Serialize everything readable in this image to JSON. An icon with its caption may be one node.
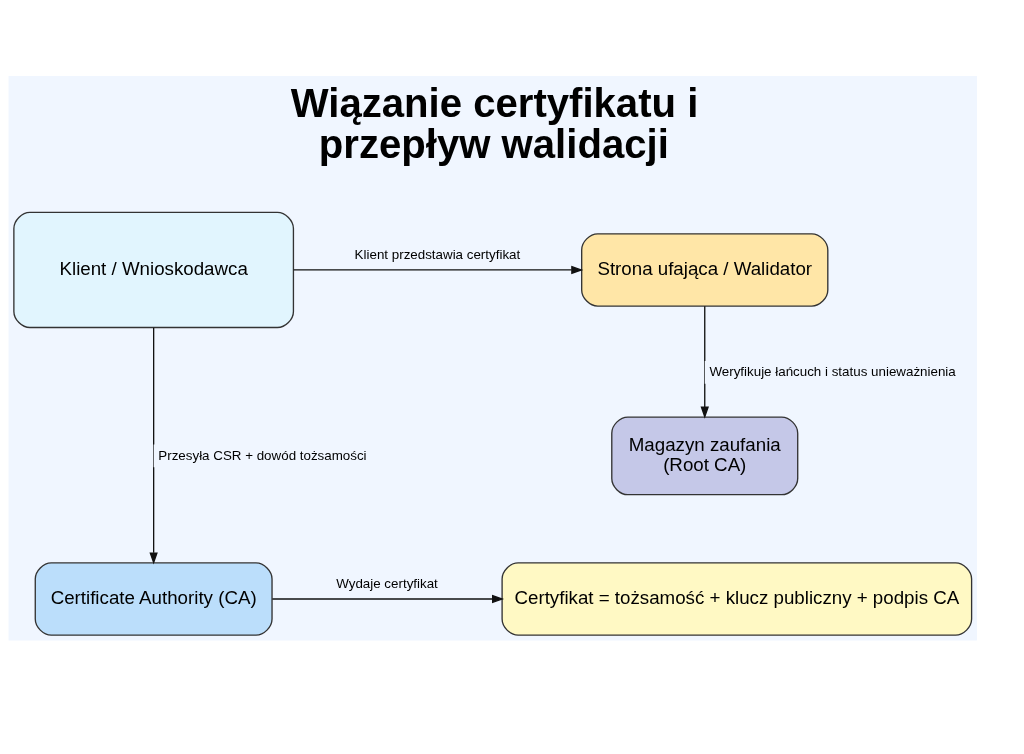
{
  "diagram": {
    "title": "Wiązanie certyfikatu i przepływ walidacji",
    "nodes": [
      {
        "text": [
          "Klient / Wnioskodawca"
        ]
      },
      {
        "text": [
          "Strona ufająca / Walidator"
        ]
      },
      {
        "text": [
          "Magazyn zaufania (Root CA)"
        ]
      },
      {
        "text": [
          "Certificate Authority (CA)"
        ]
      },
      {
        "text": [
          "Certyfikat = tożsamość + klucz publiczny + podpis CA"
        ]
      }
    ],
    "edges": [
      {
        "from": 0,
        "to": 1,
        "arrow": "to",
        "label": "Klient przedstawia certyfikat"
      },
      {
        "from": 1,
        "to": 2,
        "arrow": "to",
        "label": "Weryfikuje łańcuch i status unieważnienia"
      },
      {
        "from": 0,
        "to": 3,
        "arrow": "to",
        "label": "Przesyła CSR + dowód tożsamości"
      },
      {
        "from": 3,
        "to": 4,
        "arrow": "to",
        "label": "Wydaje certyfikat"
      }
    ]
  }
}
